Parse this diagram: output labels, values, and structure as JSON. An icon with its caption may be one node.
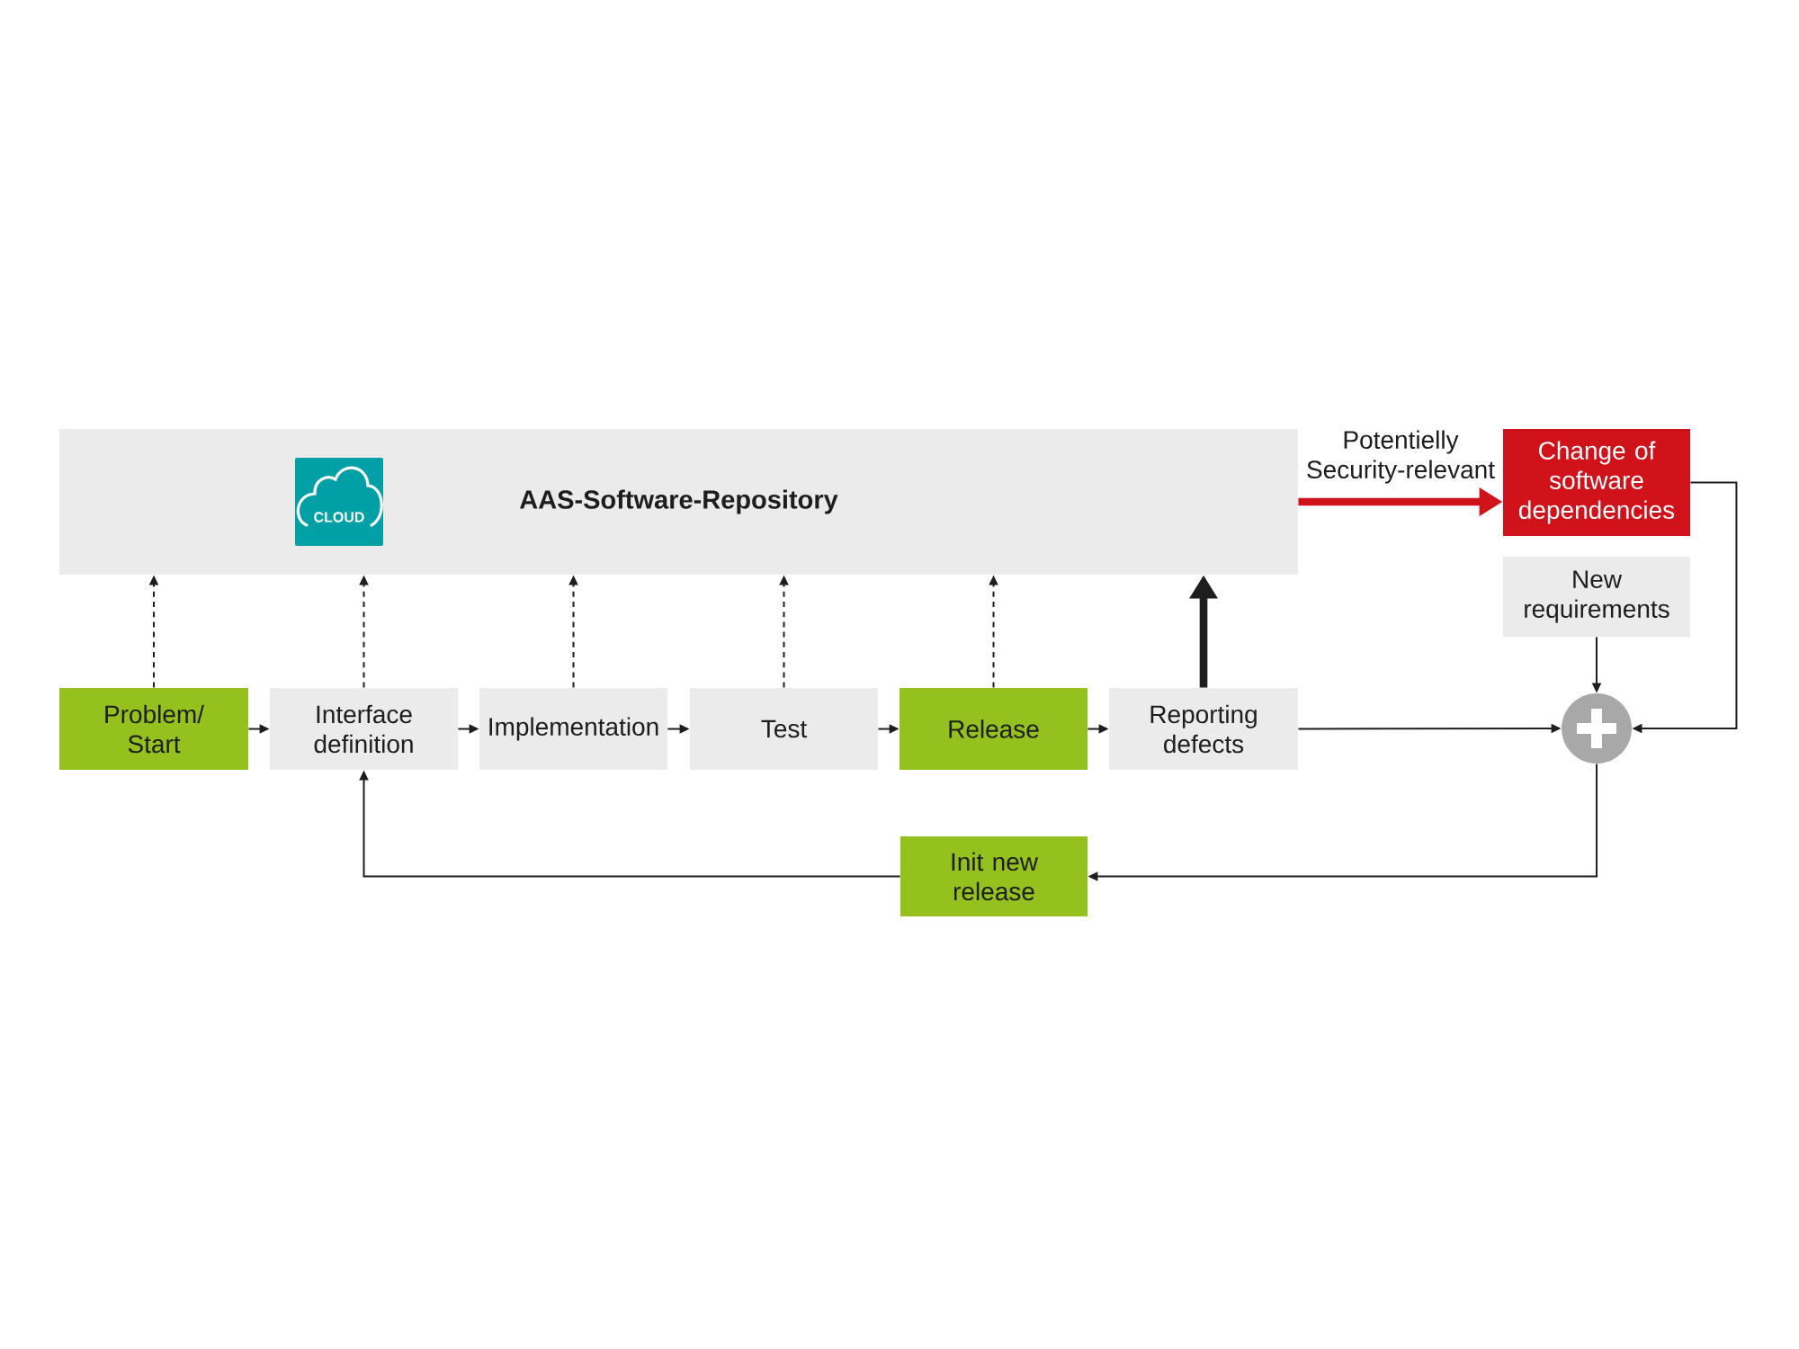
{
  "diagram": {
    "nodes": [
      {
        "text": [
          "AAS-Software-Repository"
        ]
      },
      {
        "text": [
          "Change of software dependencies"
        ]
      },
      {
        "text": [
          "New requirements"
        ]
      },
      {
        "text": [
          "Problem/ Start"
        ]
      },
      {
        "text": [
          "Interface definition"
        ]
      },
      {
        "text": [
          "Implementation"
        ]
      },
      {
        "text": [
          "Test"
        ]
      },
      {
        "text": [
          "Release"
        ]
      },
      {
        "text": [
          "Reporting defects"
        ]
      },
      {
        "text": [],
        "shape": "circle"
      },
      {
        "text": [
          "Init new release"
        ]
      }
    ],
    "edges": [
      {
        "from": 3,
        "to": 4,
        "arrow": "to"
      },
      {
        "from": 4,
        "to": 5,
        "arrow": "to"
      },
      {
        "from": 5,
        "to": 6,
        "arrow": "to"
      },
      {
        "from": 6,
        "to": 7,
        "arrow": "to"
      },
      {
        "from": 7,
        "to": 8,
        "arrow": "to"
      },
      {
        "from": 3,
        "to": 0,
        "arrow": "to",
        "style": "dashed"
      },
      {
        "from": 4,
        "to": 0,
        "arrow": "to",
        "style": "dashed"
      },
      {
        "from": 5,
        "to": 0,
        "arrow": "to",
        "style": "dashed"
      },
      {
        "from": 6,
        "to": 0,
        "arrow": "to",
        "style": "dashed"
      },
      {
        "from": 7,
        "to": 0,
        "arrow": "to",
        "style": "dashed"
      },
      {
        "from": 8,
        "to": 0,
        "arrow": "to",
        "style": "thick"
      },
      {
        "from": 0,
        "to": 1,
        "arrow": "to",
        "label": "Potentielly Security-relevant",
        "style": "thick",
        "color": "#d0121b"
      },
      {
        "from": 1,
        "to": 9,
        "arrow": "to"
      },
      {
        "from": 2,
        "to": 9,
        "arrow": "to"
      },
      {
        "from": 8,
        "to": 9,
        "arrow": "to"
      },
      {
        "from": 9,
        "to": 10,
        "arrow": "to"
      },
      {
        "from": 10,
        "to": 4,
        "arrow": "to"
      }
    ],
    "labels": [
      "CLOUD"
    ]
  }
}
